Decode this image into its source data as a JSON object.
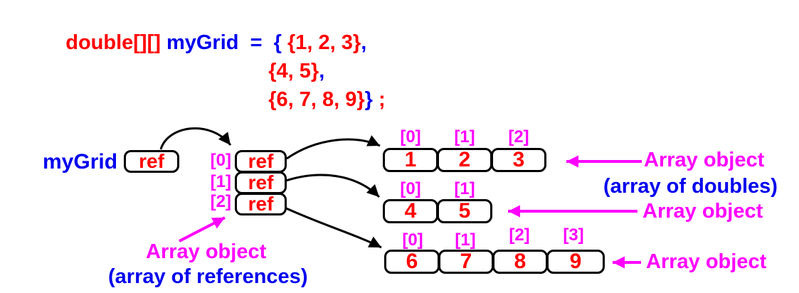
{
  "palette": {
    "red": "#ff0000",
    "blue": "#0000ee",
    "magenta": "#ff00ff",
    "arrow_black": "#000000",
    "background": "#ffffff"
  },
  "code": {
    "lines": [
      {
        "tokens": [
          {
            "text": "double[][]",
            "color": "#ff0000"
          },
          {
            "text": " myGrid  =  { ",
            "color": "#0000ee"
          },
          {
            "text": "{1, 2, 3}",
            "color": "#ff0000"
          },
          {
            "text": ",",
            "color": "#0000ee"
          }
        ]
      },
      {
        "tokens": [
          {
            "text": "{4, 5}",
            "color": "#ff0000"
          },
          {
            "text": ",",
            "color": "#0000ee"
          }
        ]
      },
      {
        "tokens": [
          {
            "text": "{6, 7, 8, 9}",
            "color": "#ff0000"
          },
          {
            "text": "}",
            "color": "#0000ee"
          },
          {
            "text": " ;",
            "color": "#ff0000"
          }
        ]
      }
    ]
  },
  "diagram": {
    "mygrid_label": "myGrid",
    "mygrid_ref": "ref",
    "ref_array": {
      "labels": [
        "[0]",
        "[1]",
        "[2]"
      ],
      "cells": [
        "ref",
        "ref",
        "ref"
      ]
    },
    "rows": [
      {
        "labels": [
          "[0]",
          "[1]",
          "[2]"
        ],
        "cells": [
          "1",
          "2",
          "3"
        ]
      },
      {
        "labels": [
          "[0]",
          "[1]"
        ],
        "cells": [
          "4",
          "5"
        ]
      },
      {
        "labels": [
          "[0]",
          "[1]",
          "[2]",
          "[3]"
        ],
        "cells": [
          "6",
          "7",
          "8",
          "9"
        ]
      }
    ],
    "annotations": {
      "row1_title": "Array object",
      "row1_subtitle": "(array of doubles)",
      "row2_title": "Array object",
      "row3_title": "Array object",
      "refs_title": "Array object",
      "refs_subtitle": "(array of references)"
    }
  }
}
